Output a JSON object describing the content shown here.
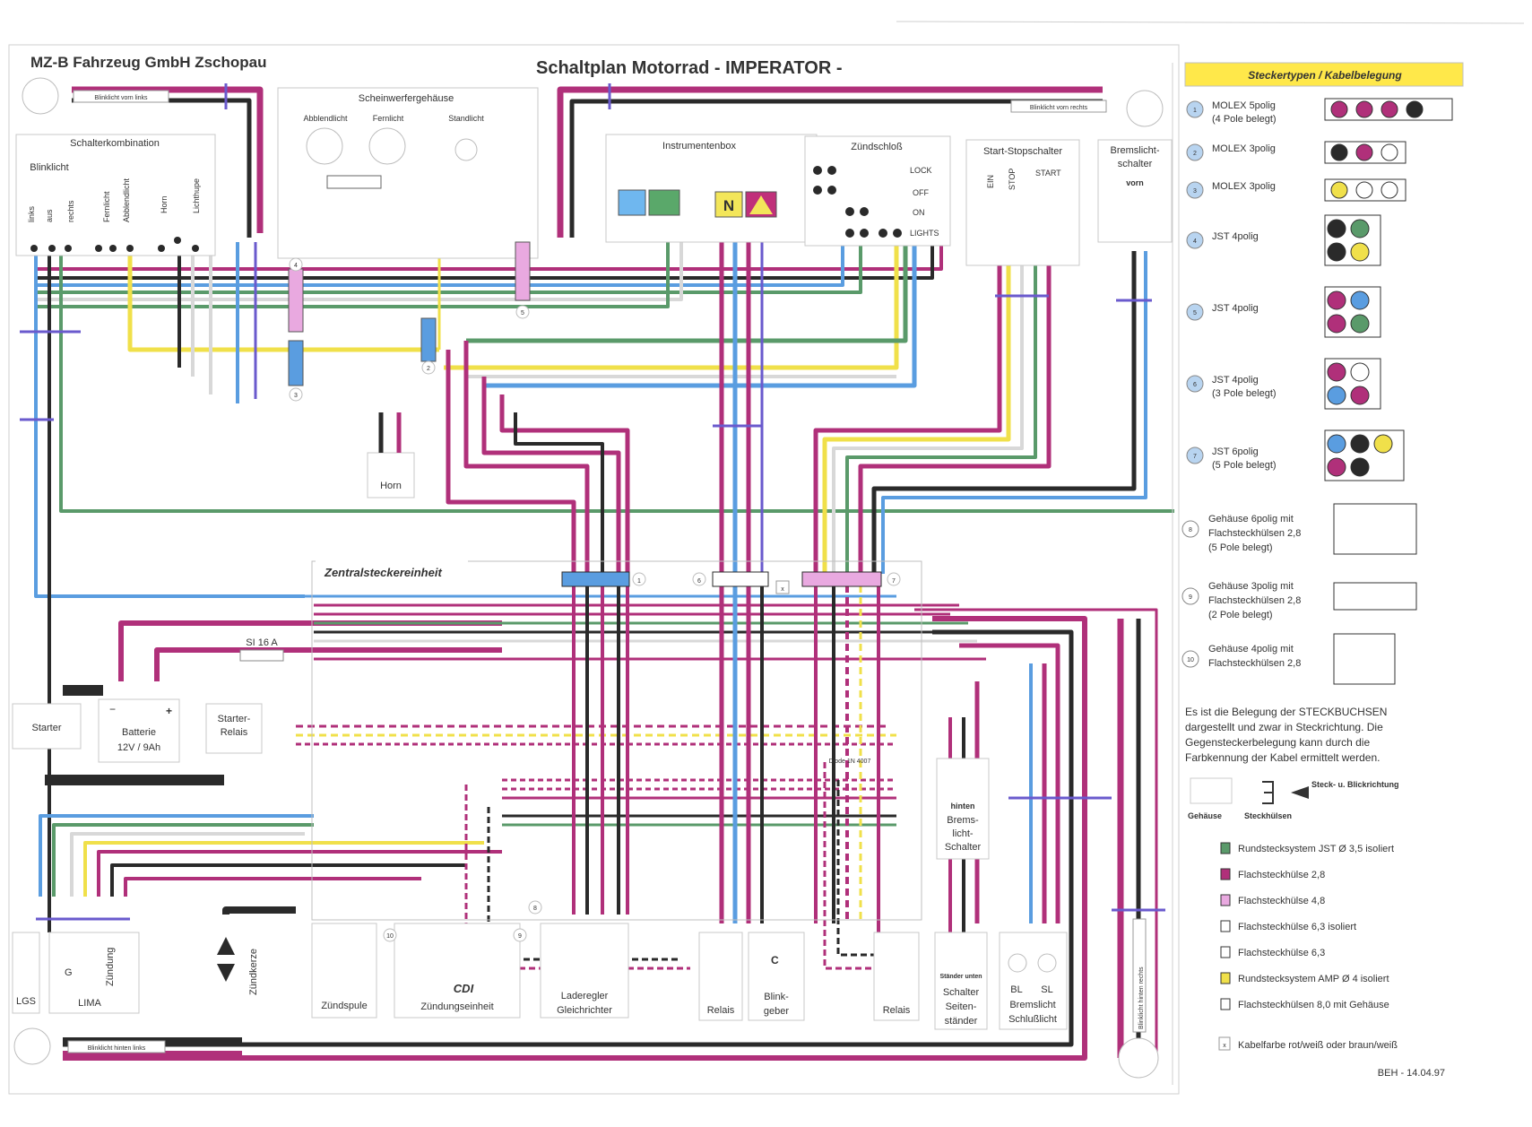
{
  "header": {
    "company": "MZ-B Fahrzeug GmbH Zschopau",
    "title": "Schaltplan Motorrad - IMPERATOR -"
  },
  "colors": {
    "magenta": "#b0307a",
    "black": "#2a2a2a",
    "blue": "#5a9de0",
    "green": "#5a9a6a",
    "yellow": "#f0e04a",
    "violet": "#6a5acd",
    "white_wire": "#d8d8d8",
    "legend_header_bg": "#ffe84a"
  },
  "components": {
    "blinklicht_vorn_links": "Blinklicht vorn links",
    "blinklicht_vorn_rechts": "Blinklicht vorn rechts",
    "blinklicht_hinten_links": "Blinklicht hinten links",
    "blinklicht_hinten_rechts": "Blinklicht hinten rechts",
    "scheinwerfer": "Scheinwerfergehäuse",
    "abblendlicht": "Abblendlicht",
    "fernlicht": "Fernlicht",
    "standlicht": "Standlicht",
    "schalterkombination": "Schalterkombination",
    "blinklicht": "Blinklicht",
    "sw_links": "links",
    "sw_aus": "aus",
    "sw_rechts": "rechts",
    "sw_fernlicht": "Fernlicht",
    "sw_abblendlicht": "Abblendlicht",
    "sw_horn": "Horn",
    "sw_lichthupe": "Lichthupe",
    "instrumentenbox": "Instrumentenbox",
    "ind_n": "N",
    "zuendschloss": "Zündschloß",
    "lock": "LOCK",
    "off": "OFF",
    "on": "ON",
    "lights": "LIGHTS",
    "start_stop": "Start-Stopschalter",
    "ein": "EIN",
    "stop": "STOP",
    "start": "START",
    "bremslicht_vorn_1": "Bremslicht-",
    "bremslicht_vorn_2": "schalter",
    "bremslicht_vorn_3": "vorn",
    "horn": "Horn",
    "zentral": "Zentralsteckereinheit",
    "si": "SI 16 A",
    "starter": "Starter",
    "batterie_1": "Batterie",
    "batterie_2": "12V / 9Ah",
    "minus": "−",
    "plus": "+",
    "starter_relais_1": "Starter-",
    "starter_relais_2": "Relais",
    "diode": "Diode 1N 4007",
    "hinten_1": "hinten",
    "hinten_2": "Brems-",
    "hinten_3": "licht-",
    "hinten_4": "Schalter",
    "lgs": "LGS",
    "g": "G",
    "lima": "LIMA",
    "zuendung": "Zündung",
    "zuendkerze": "Zündkerze",
    "zuendspule": "Zündspule",
    "cdi": "CDI",
    "zuendeinheit": "Zündungseinheit",
    "laderegler_1": "Laderegler",
    "laderegler_2": "Gleichrichter",
    "relais": "Relais",
    "blinkgeber_1": "Blink-",
    "blinkgeber_2": "geber",
    "c": "C",
    "staender_unten": "Ständer unten",
    "seiten_1": "Schalter",
    "seiten_2": "Seiten-",
    "seiten_3": "ständer",
    "bl": "BL",
    "sl": "SL",
    "brems_schluss_1": "Bremslicht",
    "brems_schluss_2": "Schlußlicht",
    "x_mark": "x",
    "conn_1": "1",
    "conn_2": "2",
    "conn_3": "3",
    "conn_4": "4",
    "conn_5": "5",
    "conn_6": "6",
    "conn_7": "7",
    "conn_8": "8",
    "conn_9": "9",
    "conn_10": "10"
  },
  "legend": {
    "title": "Steckertypen / Kabelbelegung",
    "connectors": [
      {
        "num": "1",
        "name": "MOLEX 5polig",
        "sub": "(4 Pole belegt)"
      },
      {
        "num": "2",
        "name": "MOLEX 3polig",
        "sub": ""
      },
      {
        "num": "3",
        "name": "MOLEX 3polig",
        "sub": ""
      },
      {
        "num": "4",
        "name": "JST 4polig",
        "sub": ""
      },
      {
        "num": "5",
        "name": "JST 4polig",
        "sub": ""
      },
      {
        "num": "6",
        "name": "JST 4polig",
        "sub": "(3 Pole belegt)"
      },
      {
        "num": "7",
        "name": "JST 6polig",
        "sub": "(5 Pole belegt)"
      }
    ],
    "gehaeuse": [
      {
        "num": "8",
        "l1": "Gehäuse 6polig mit",
        "l2": "Flachsteckhülsen 2,8",
        "l3": "(5 Pole belegt)"
      },
      {
        "num": "9",
        "l1": "Gehäuse 3polig mit",
        "l2": "Flachsteckhülsen 2,8",
        "l3": "(2 Pole belegt)"
      },
      {
        "num": "10",
        "l1": "Gehäuse 4polig mit",
        "l2": "Flachsteckhülsen 2,8",
        "l3": ""
      }
    ],
    "note_1": "Es ist die Belegung der STECKBUCHSEN",
    "note_2": "dargestellt und zwar in Steckrichtung. Die",
    "note_3": "Gegensteckerbelegung kann durch die",
    "note_4": "Farbkennung der Kabel ermittelt werden.",
    "direction": "Steck- u. Blickrichtung",
    "gehaeuse_label": "Gehäuse",
    "steckhuelsen_label": "Steckhülsen",
    "types": [
      "Rundstecksystem JST Ø 3,5 isoliert",
      "Flachsteckhülse 2,8",
      "Flachsteckhülse 4,8",
      "Flachsteckhülse 6,3 isoliert",
      "Flachsteckhülse 6,3",
      "Rundstecksystem AMP Ø 4 isoliert",
      "Flachsteckhülsen 8,0 mit Gehäuse"
    ],
    "x_note": "Kabelfarbe rot/weiß oder braun/weiß",
    "date": "BEH - 14.04.97"
  }
}
